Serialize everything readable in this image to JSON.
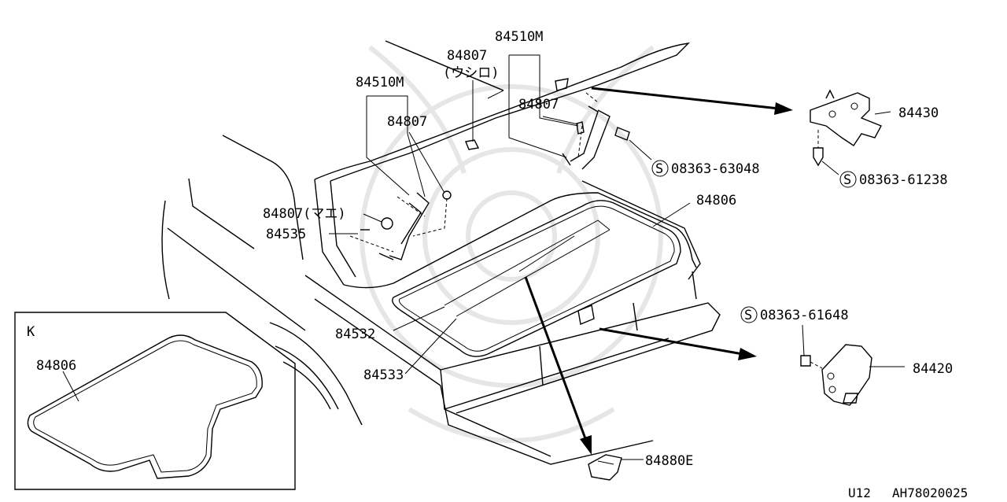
{
  "labels": {
    "p84510M_left": "84510M",
    "p84510M_top": "84510M",
    "p84807_rear": "84807",
    "p84807_rear_note": "(ウシロ)",
    "p84807_a": "84807",
    "p84807_b": "84807",
    "p84807_front": "84807(マエ)",
    "p84535": "84535",
    "p84430": "84430",
    "p08363_63048": "08363-63048",
    "p08363_61238": "08363-61238",
    "p84806": "84806",
    "p84532": "84532",
    "p84533": "84533",
    "p08363_61648": "08363-61648",
    "p84420": "84420",
    "p84880E": "84880E",
    "inset_key": "K",
    "inset_84806": "84806",
    "screw_symbol": "S"
  },
  "footer": {
    "model": "U12",
    "code": "AH78020025"
  }
}
